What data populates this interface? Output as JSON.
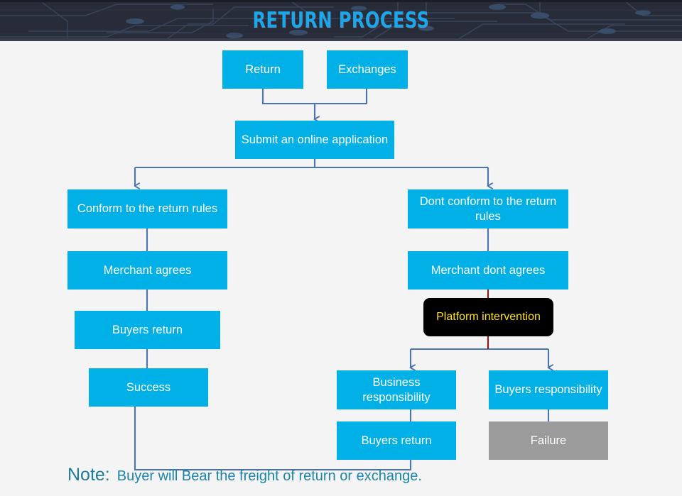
{
  "header": {
    "title": "RETURN PROCESS",
    "title_color": "#19a8ec",
    "background_color": "#282c38"
  },
  "theme": {
    "node_blue": "#00b0e6",
    "node_gray": "#9b9b9b",
    "node_black": "#000000",
    "node_black_text": "#ffe019",
    "edge_blue": "#4a74b4",
    "edge_red": "#8b1a1a",
    "canvas": "#f4f4f4",
    "note_color": "#1a84ad"
  },
  "flow": {
    "nodes": [
      {
        "id": "return",
        "label": "Return",
        "style": "blue"
      },
      {
        "id": "exchanges",
        "label": "Exchanges",
        "style": "blue"
      },
      {
        "id": "submit",
        "label": "Submit an online application",
        "style": "blue"
      },
      {
        "id": "conform",
        "label": "Conform to the return rules",
        "style": "blue"
      },
      {
        "id": "merchant-agrees",
        "label": "Merchant agrees",
        "style": "blue"
      },
      {
        "id": "buyers-return-left",
        "label": "Buyers return",
        "style": "blue"
      },
      {
        "id": "success",
        "label": "Success",
        "style": "blue"
      },
      {
        "id": "dont-conform",
        "label": "Dont conform to the return rules",
        "style": "blue"
      },
      {
        "id": "merchant-dont",
        "label": "Merchant dont agrees",
        "style": "blue"
      },
      {
        "id": "platform",
        "label": "Platform intervention",
        "style": "black"
      },
      {
        "id": "business-resp",
        "label": "Business responsibility",
        "style": "blue"
      },
      {
        "id": "buyers-resp",
        "label": "Buyers responsibility",
        "style": "blue"
      },
      {
        "id": "buyers-return-right",
        "label": "Buyers return",
        "style": "blue"
      },
      {
        "id": "failure",
        "label": "Failure",
        "style": "gray"
      }
    ]
  },
  "note": {
    "label": "Note:",
    "text": "Buyer will Bear the freight of return or exchange."
  }
}
